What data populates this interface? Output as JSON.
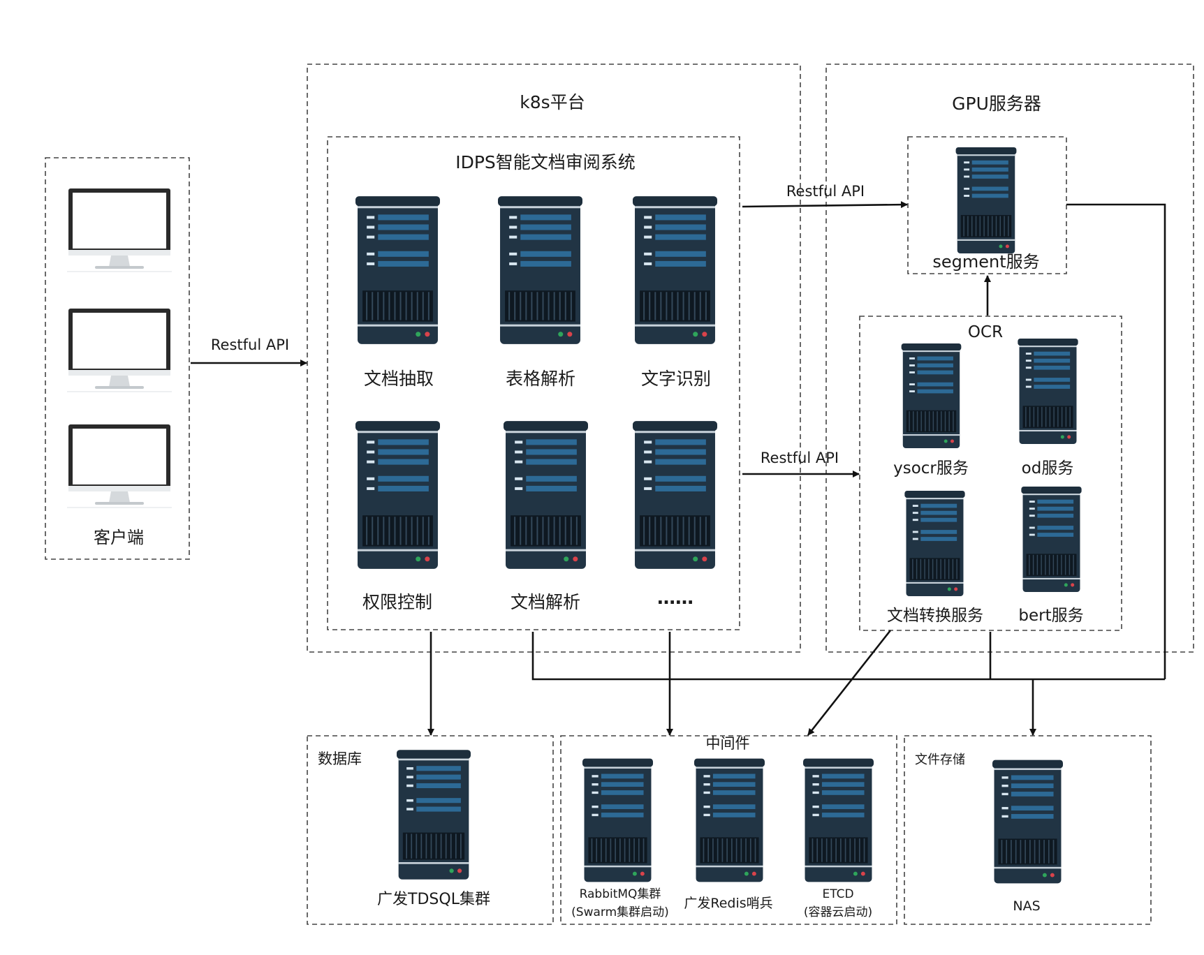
{
  "client": {
    "label": "客户端"
  },
  "k8s": {
    "title": "k8s平台",
    "idps_title": "IDPS智能文档审阅系统",
    "services": [
      "文档抽取",
      "表格解析",
      "文字识别",
      "权限控制",
      "文档解析",
      "……"
    ]
  },
  "gpu": {
    "title": "GPU服务器",
    "segment_label": "segment服务",
    "ocr_title": "OCR",
    "ocr_services": [
      "ysocr服务",
      "od服务",
      "文档转换服务",
      "bert服务"
    ]
  },
  "arrows": {
    "client_to_k8s": "Restful API",
    "k8s_to_segment": "Restful API",
    "k8s_to_ocr": "Restful API"
  },
  "database": {
    "title": "数据库",
    "server_label": "广发TDSQL集群"
  },
  "middleware": {
    "title": "中间件",
    "rabbit_line1": "RabbitMQ集群",
    "rabbit_line2": "(Swarm集群启动)",
    "redis_label": "广发Redis哨兵",
    "etcd_line1": "ETCD",
    "etcd_line2": "(容器云启动)"
  },
  "storage": {
    "title": "文件存储",
    "server_label": "NAS"
  },
  "colors": {
    "server_body": "#213444",
    "server_bar": "#2d6a96",
    "server_vent": "#0e1821",
    "monitor_frame": "#2a2a2a",
    "monitor_stand": "#d5d9dc",
    "led_green": "#2fa55b",
    "led_red": "#d9434b"
  }
}
